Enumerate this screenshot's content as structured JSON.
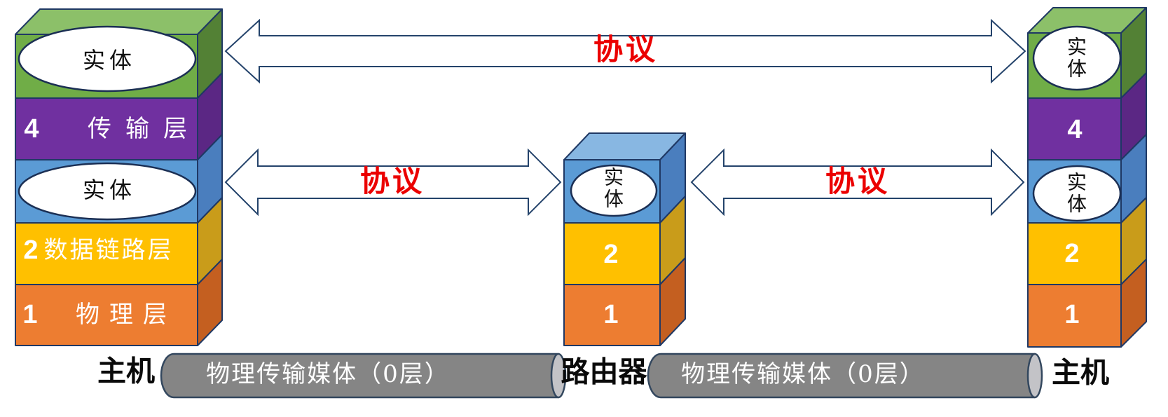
{
  "left_host": {
    "label": "主机",
    "upper_entity": "实体",
    "lower_entity": "实体",
    "transport_number": "4",
    "transport_name": "传输层",
    "datalink_number": "2",
    "datalink_name": "数据链路层",
    "physical_number": "1",
    "physical_name": "物理层"
  },
  "router": {
    "label": "路由器",
    "entity": "实体",
    "datalink_number": "2",
    "physical_number": "1"
  },
  "right_host": {
    "label": "主机",
    "upper_entity": "实体",
    "transport_number": "4",
    "lower_entity": "实体",
    "datalink_number": "2",
    "physical_number": "1"
  },
  "arrows": {
    "top_protocol_label": "协议",
    "left_protocol_label": "协议",
    "right_protocol_label": "协议"
  },
  "media": {
    "left_cylinder_label": "物理传输媒体（0层）",
    "right_cylinder_label": "物理传输媒体（0层）"
  },
  "colors": {
    "green_front": "#70AD47",
    "green_top": "#8CC069",
    "green_side": "#538135",
    "purple_front": "#7030A0",
    "purple_side": "#5B2784",
    "blue_front": "#5B9BD5",
    "blue_top": "#88B7E2",
    "blue_side": "#4A7EBE",
    "yellow_front": "#FFC000",
    "yellow_side": "#C99C1A",
    "orange_front": "#ED7D31",
    "orange_side": "#C45F20",
    "cylinder_gray": "#858585",
    "cylinder_cap": "#C3C3C7",
    "outline_navy": "#1F3864",
    "protocol_red": "#EB0000",
    "label_black": "#0A0A0A",
    "entity_text_black": "#101010",
    "layer_text_white": "#FFFFFF"
  }
}
